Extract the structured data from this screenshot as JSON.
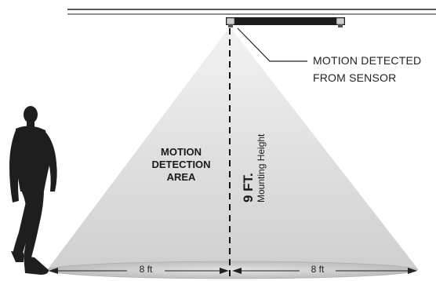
{
  "callout": {
    "line1": "MOTION DETECTED",
    "line2": "FROM SENSOR"
  },
  "detection_area": {
    "line1": "MOTION",
    "line2": "DETECTION",
    "line3": "AREA"
  },
  "mounting": {
    "height": "9 FT.",
    "caption": "Mounting Height"
  },
  "distances": {
    "left": "8 ft",
    "right": "8 ft"
  },
  "colors": {
    "cone": "#d6d6d6",
    "ink": "#111111",
    "silhouette": "#1e1e1e"
  }
}
